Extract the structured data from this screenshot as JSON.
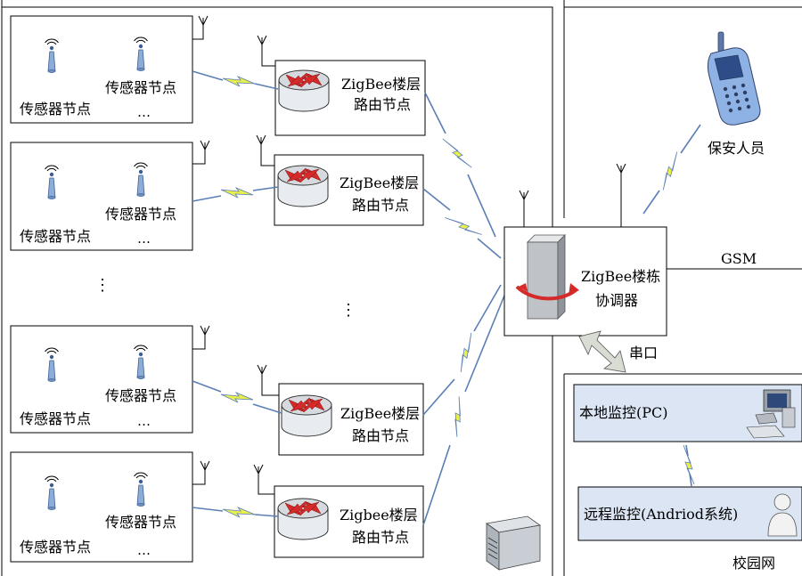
{
  "sensor_groups": [
    {
      "node_label_a": "传感器节点",
      "node_label_b": "传感器节点",
      "ellipsis": "…"
    },
    {
      "node_label_a": "传感器节点",
      "node_label_b": "传感器节点",
      "ellipsis": "…"
    },
    {
      "node_label_a": "传感器节点",
      "node_label_b": "传感器节点",
      "ellipsis": "…"
    },
    {
      "node_label_a": "传感器节点",
      "node_label_b": "传感器节点",
      "ellipsis": "…"
    }
  ],
  "routers": [
    {
      "line1": "ZigBee楼层",
      "line2": "路由节点"
    },
    {
      "line1": "ZigBee楼层",
      "line2": "路由节点"
    },
    {
      "line1": "ZigBee楼层",
      "line2": "路由节点"
    },
    {
      "line1": "Zigbee楼层",
      "line2": "路由节点"
    }
  ],
  "vertical_ellipsis": "⋮",
  "coordinator": {
    "line1": "ZigBee楼栋",
    "line2": "协调器"
  },
  "security": {
    "label": "保安人员"
  },
  "gsm": {
    "label": "GSM"
  },
  "serial": {
    "label": "串口"
  },
  "campus": {
    "label": "校园网",
    "local_monitor": "本地监控(PC)",
    "remote_monitor": "远程监控(Andriod系统)"
  },
  "colors": {
    "wireless_link": "#5b7fb5",
    "bolt_fill": "#e9f04a",
    "panel_fill": "#dbe5f3",
    "router_arrow": "#d42a2a"
  }
}
